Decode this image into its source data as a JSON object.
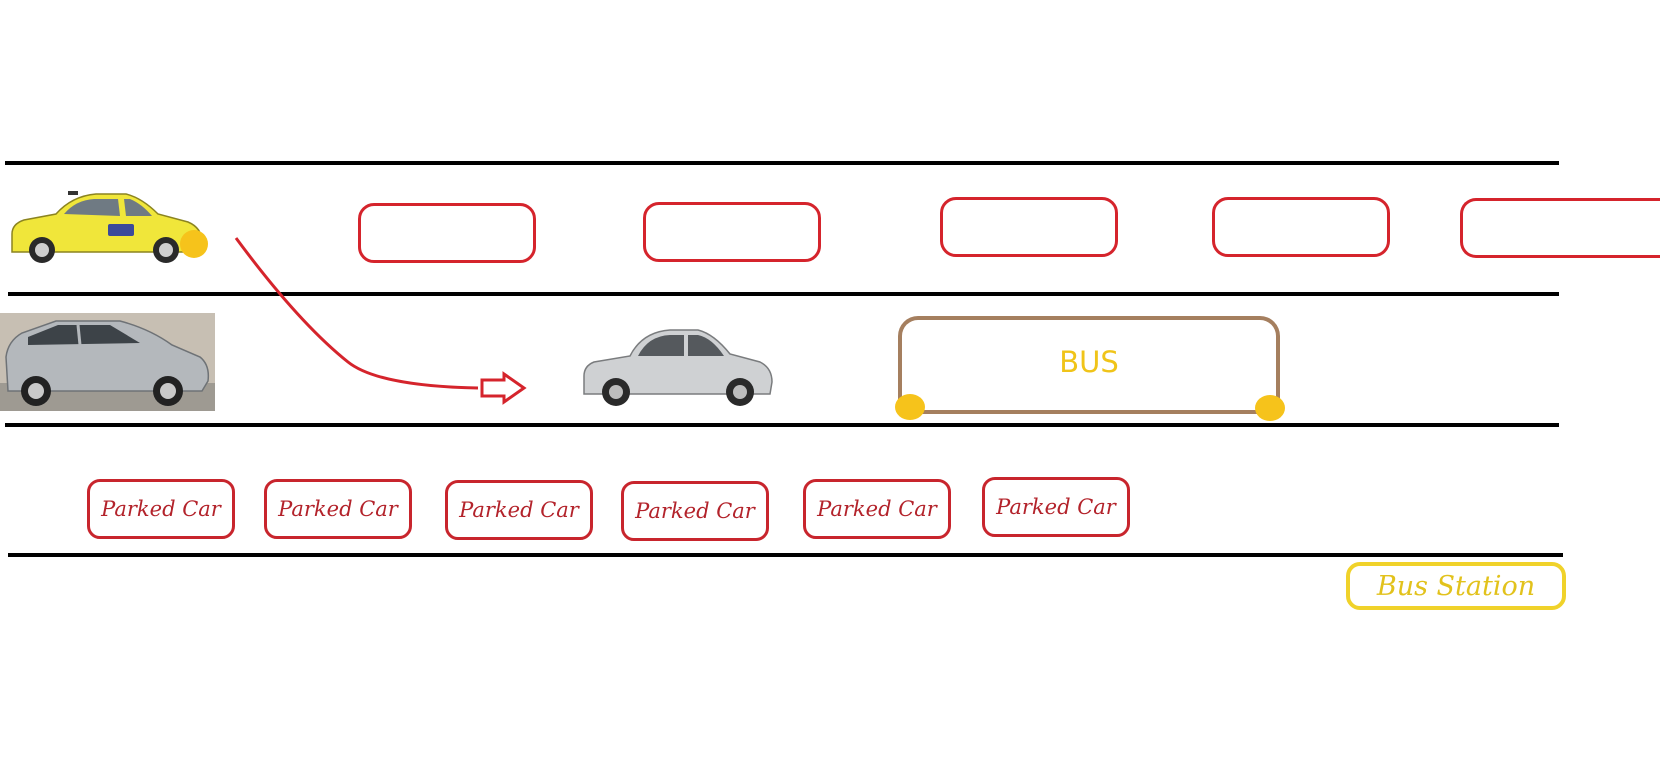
{
  "scene": {
    "bus_label": "BUS",
    "bus_station_label": "Bus Station",
    "parked_car_label": "Parked Car",
    "parked_car_count": 6,
    "moving_car_count": 5,
    "icons": [
      "taxi-icon",
      "silver-hatchback-icon",
      "silver-sedan-icon",
      "maneuver-arrow-icon"
    ]
  },
  "colors": {
    "lane_line": "#000000",
    "traffic_car_outline": "#d5242c",
    "parked_car_outline": "#c8252d",
    "parked_car_text": "#b3232b",
    "bus_outline": "#a57f5f",
    "bus_text": "#f0c419",
    "bus_wheel": "#f6c31b",
    "bus_station_outline": "#f0d22a",
    "bus_station_text": "#e2c21c",
    "arrow": "#d5242c",
    "taxi": "#f2e83a"
  }
}
